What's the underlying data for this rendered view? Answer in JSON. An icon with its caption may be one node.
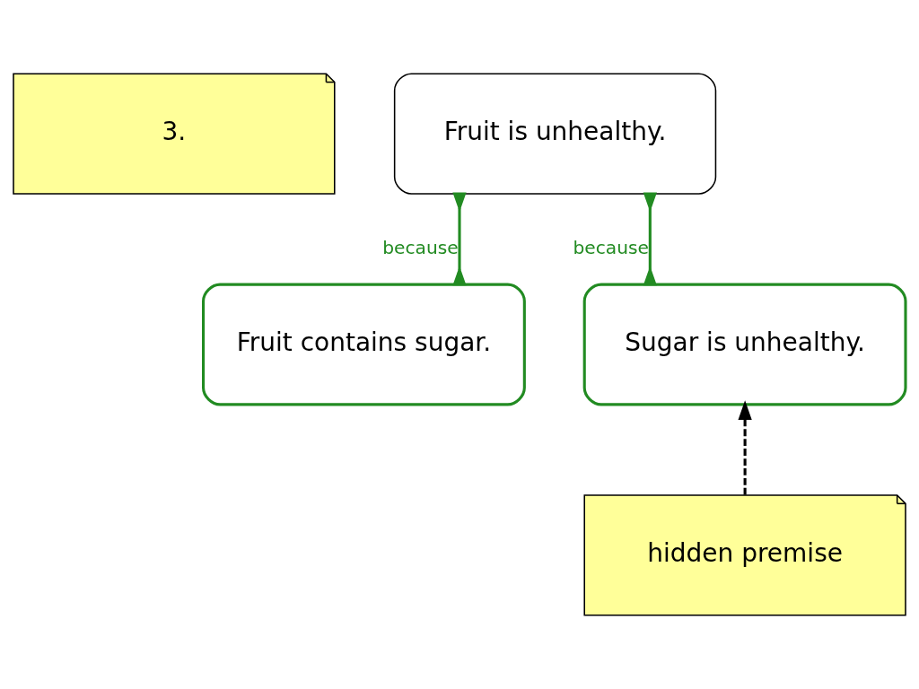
{
  "diagram": {
    "nodes": [
      {
        "text": [
          "3."
        ]
      },
      {
        "text": [
          "Fruit is unhealthy."
        ]
      },
      {
        "text": [
          "Fruit contains sugar."
        ]
      },
      {
        "text": [
          "Sugar is unhealthy."
        ]
      },
      {
        "text": [
          "hidden premise"
        ]
      }
    ],
    "edges": [
      {
        "from": 2,
        "to": 1,
        "arrow": "other",
        "label": "because",
        "color": "#228b22"
      },
      {
        "from": 3,
        "to": 1,
        "arrow": "other",
        "label": "because",
        "color": "#228b22"
      },
      {
        "from": 4,
        "to": 3,
        "arrow": "to",
        "style": "dashed",
        "color": "#000000"
      }
    ]
  }
}
